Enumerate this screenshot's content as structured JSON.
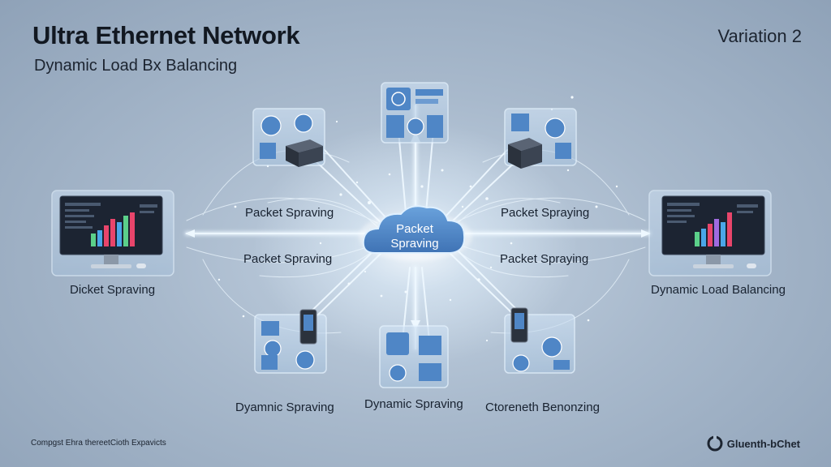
{
  "header": {
    "title": "Ultra Ethernet Network",
    "subtitle": "Dynamic Load Bx Balancing",
    "variation": "Variation 2"
  },
  "hub": {
    "line1": "Packet",
    "line2": "Spraving"
  },
  "labels": {
    "upper_left_link": "Packet Spraving",
    "lower_left_link": "Packet Spraving",
    "upper_right_link": "Packet Spraying",
    "lower_right_link": "Packet Spraying",
    "left_monitor": "Dicket Spraving",
    "right_monitor": "Dynamic Load Balancing",
    "bottom_left_node": "Dyamnic Spraving",
    "bottom_center_node": "Dynamic Spraving",
    "bottom_right_node": "Ctoreneth Benonzing"
  },
  "footer": {
    "left": "Compgst Ehra thereetCioth Expavicts",
    "right": "Gluenth-bChet"
  },
  "colors": {
    "glow": "#e6f4ff",
    "accent": "#4f86c6",
    "panel": "#bcd3ea",
    "screen": "#1c2432",
    "bars": [
      "#e8456b",
      "#5bd08a",
      "#4aa6e8",
      "#a06be0"
    ]
  },
  "icons": [
    "server-icon",
    "globe-icon",
    "lock-icon",
    "chart-icon",
    "monitor-icon",
    "cloud-icon",
    "phone-icon"
  ]
}
